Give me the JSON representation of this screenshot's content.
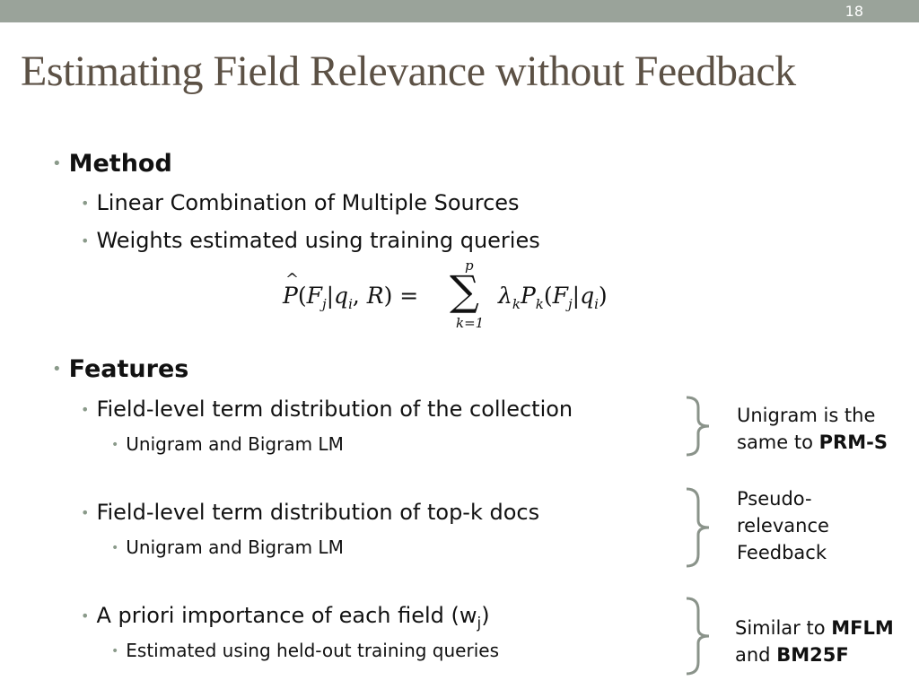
{
  "slide": {
    "number": "18",
    "title": "Estimating Field Relevance without Feedback"
  },
  "method": {
    "heading": "Method",
    "items": [
      "Linear Combination of Multiple Sources",
      "Weights estimated using training queries"
    ]
  },
  "formula": {
    "lhs": "P(Fj|qi, R) =",
    "sum_upper": "p",
    "sum_lower": "k=1",
    "rhs": "λk Pk(Fj|qi)"
  },
  "features": {
    "heading": "Features",
    "groups": [
      {
        "label": "Field-level term distribution of the collection",
        "sub": "Unigram and Bigram LM",
        "note_plain": "Unigram is the same to",
        "note_bold": "PRM-S"
      },
      {
        "label": "Field-level term distribution of top-k docs",
        "sub": "Unigram and Bigram LM",
        "note_line1": "Pseudo-",
        "note_line2": "relevance",
        "note_line3": "Feedback"
      },
      {
        "label": "A priori importance of each field (w",
        "label_sub": "j",
        "label_end": ")",
        "sub": "Estimated using held-out training queries",
        "note_plain1": "Similar to",
        "note_bold1": "MFLM",
        "note_plain2": "and",
        "note_bold2": "BM25F"
      }
    ]
  }
}
